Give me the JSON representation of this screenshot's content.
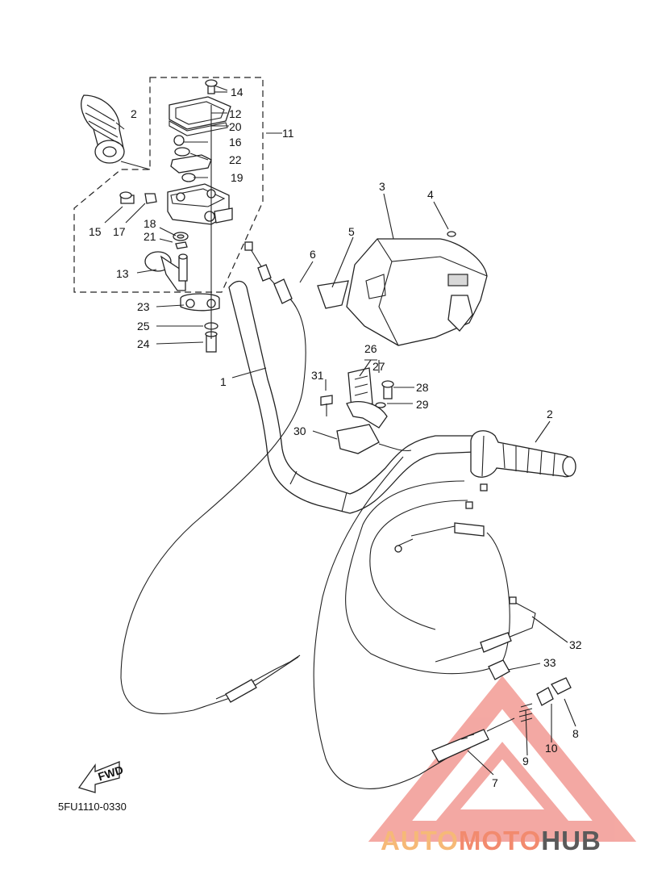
{
  "diagram_code": "5FU1110-0330",
  "fwd_label": "FWD",
  "watermark": {
    "part1": "AUTO",
    "part2": "MOTO",
    "part3": "HUB",
    "colors": {
      "auto": "#f6b977",
      "moto": "#f28a6e",
      "hub": "#5a5a5a",
      "triangle": "#f29a93"
    }
  },
  "callouts": [
    "1",
    "2",
    "2",
    "3",
    "4",
    "5",
    "6",
    "7",
    "8",
    "9",
    "10",
    "11",
    "12",
    "13",
    "14",
    "15",
    "16",
    "17",
    "18",
    "19",
    "20",
    "21",
    "22",
    "23",
    "24",
    "25",
    "26",
    "27",
    "28",
    "29",
    "30",
    "31",
    "32",
    "33"
  ]
}
